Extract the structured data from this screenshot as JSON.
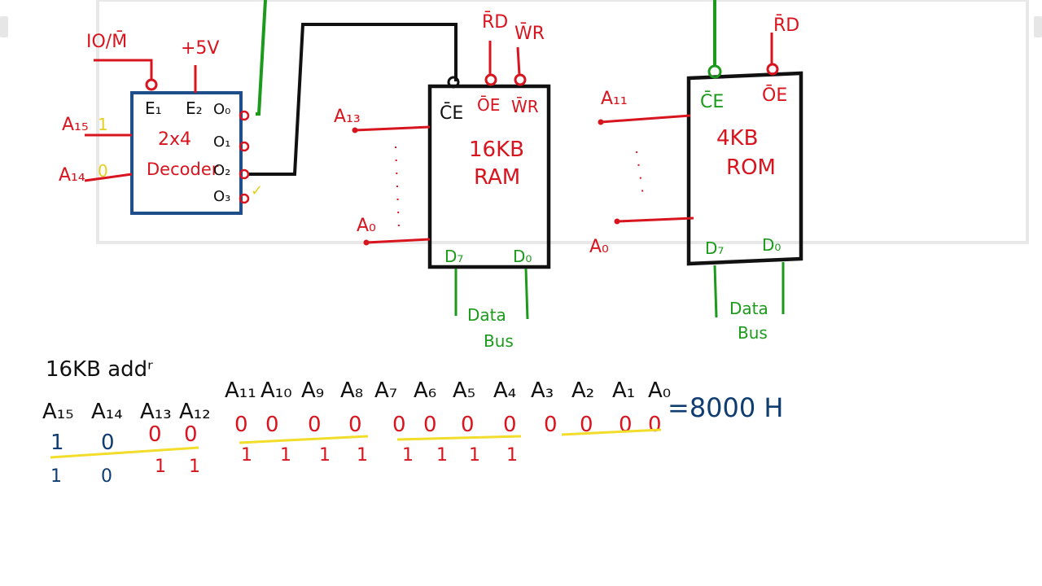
{
  "decoder": {
    "enable_labels": [
      "E₁",
      "E₂"
    ],
    "title_line1": "2x4",
    "title_line2": "Decoder",
    "outputs": [
      "O₀",
      "O₁",
      "O₂",
      "O₃"
    ],
    "input_top_label": "IO/M̄",
    "input_top2_label": "+5V",
    "inputs": [
      "A₁₅",
      "A₁₄"
    ],
    "input_values": [
      "1",
      "0"
    ]
  },
  "ram": {
    "title_line1": "16KB",
    "title_line2": "RAM",
    "ce_label": "C̄E",
    "oe_label": "ŌE",
    "wr_label": "W̄R",
    "rd_label": "R̄D",
    "wr_top_label": "W̄R",
    "addr_top": "A₁₃",
    "addr_bottom": "A₀",
    "data_left": "D₇",
    "data_right": "D₀",
    "bus_line1": "Data",
    "bus_line2": "Bus"
  },
  "rom": {
    "title_line1": "4KB",
    "title_line2": "ROM",
    "ce_label": "C̄E",
    "oe_label": "ŌE",
    "rd_label": "R̄D",
    "addr_top": "A₁₁",
    "addr_bottom": "A₀",
    "data_left": "D₇",
    "data_right": "D₀",
    "bus_line1": "Data",
    "bus_line2": "Bus"
  },
  "address_section": {
    "heading": "16KB addʳ",
    "bits": [
      "A₁₅",
      "A₁₄",
      "A₁₃",
      "A₁₂",
      "A₁₁",
      "A₁₀",
      "A₉",
      "A₈",
      "A₇",
      "A₆",
      "A₅",
      "A₄",
      "A₃",
      "A₂",
      "A₁",
      "A₀"
    ],
    "row_start": [
      "1",
      "0",
      "0",
      "0",
      "0",
      "0",
      "0",
      "0",
      "0",
      "0",
      "0",
      "0",
      "0",
      "0",
      "0",
      "0"
    ],
    "row_start_result": "=8000 H",
    "row_end": [
      "1",
      "0",
      "1",
      "1",
      "1",
      "1",
      "1",
      "1",
      "1",
      "1",
      "1",
      "1"
    ],
    "decoder_check": "✓"
  },
  "colors": {
    "red": "#d8141e",
    "green": "#1c9a1c",
    "blue_box": "#1e4f8a",
    "ink_blue": "#0f3d72",
    "black": "#111111",
    "highlight": "#f2dd2b"
  }
}
